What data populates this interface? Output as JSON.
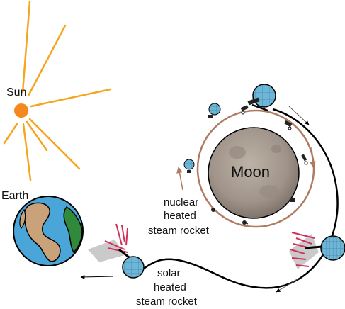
{
  "labels": {
    "sun": "Sun",
    "earth": "Earth",
    "moon": "Moon",
    "nuclear_line1": "nuclear",
    "nuclear_line2": "heated",
    "nuclear_line3": "steam rocket",
    "solar_line1": "solar",
    "solar_line2": "heated",
    "solar_line3": "steam rocket"
  },
  "colors": {
    "sun": "#f5871f",
    "sun_rays": "#f5a51f",
    "moon": "#a79a8c",
    "lunar_orbit": "#b07a60",
    "trajectory": "#000000",
    "earth_ocean": "#4aa5d9",
    "earth_land": "#c9a27a",
    "earth_forest": "#2f8a3c",
    "panel_red": "#d0305a",
    "dish": "#6cb6d8"
  }
}
